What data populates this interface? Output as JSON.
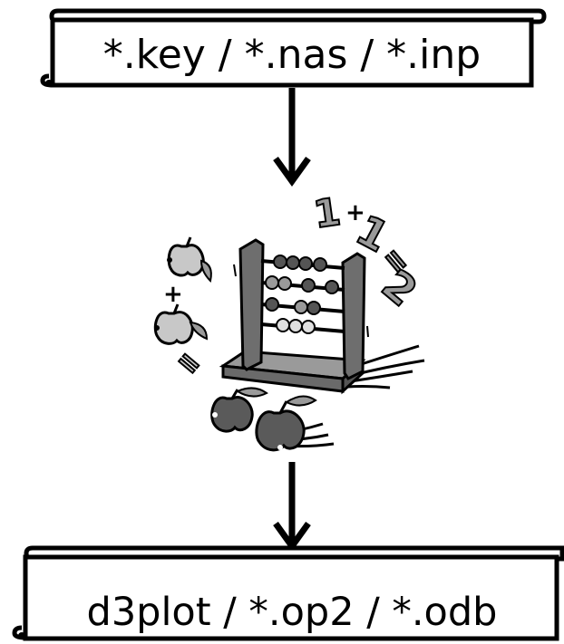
{
  "input_scroll": {
    "label": "*.key / *.nas / *.inp"
  },
  "output_scroll": {
    "label": "d3plot / *.op2 / *.odb"
  },
  "abacus_equation": {
    "one_a": "1",
    "plus": "+",
    "one_b": "1",
    "equals": "=",
    "two": "2"
  },
  "apple_equation": {
    "plus": "+",
    "equals": "="
  },
  "colors": {
    "ink": "#000000",
    "frame": "#5a5a5a",
    "apple_light": "#c8c8c8",
    "apple_dark": "#5a5a5a",
    "bead_dark": "#555555",
    "bead_light": "#e0e0e0"
  },
  "icons": [
    "scroll-icon",
    "arrow-down-icon",
    "abacus-icon",
    "apple-icon"
  ]
}
